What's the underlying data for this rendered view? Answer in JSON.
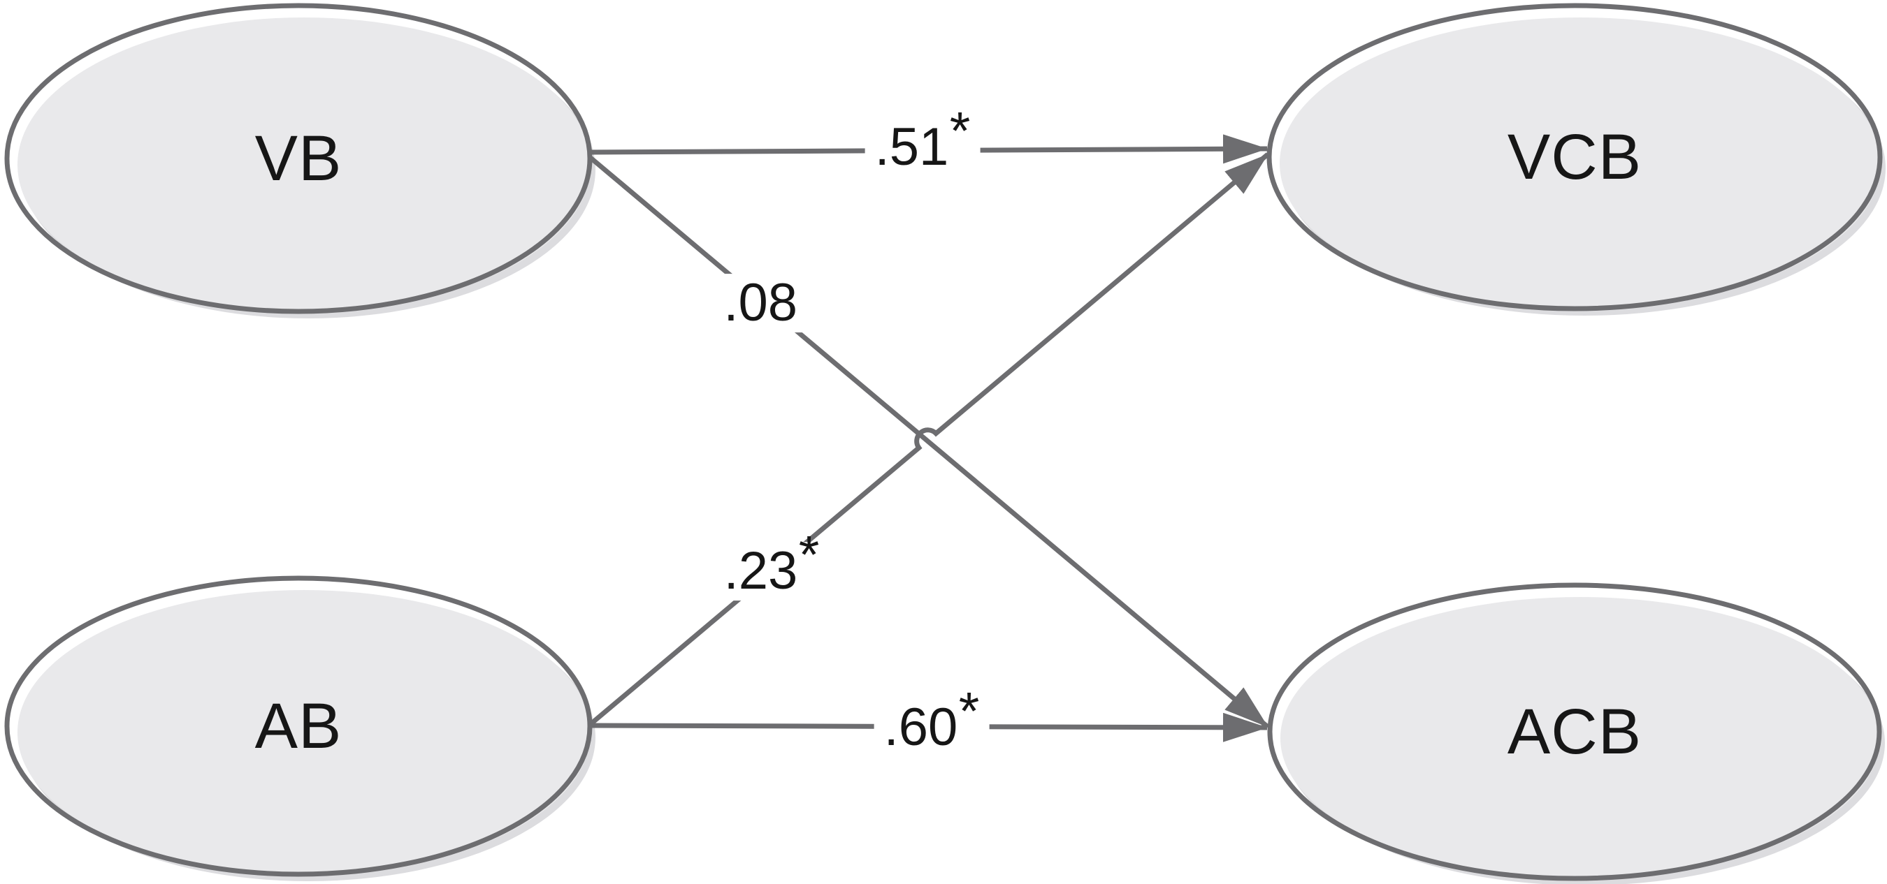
{
  "diagram": {
    "type": "structural-path-diagram",
    "nodes": [
      {
        "id": "vb",
        "label": "VB"
      },
      {
        "id": "vcb",
        "label": "VCB"
      },
      {
        "id": "ab",
        "label": "AB"
      },
      {
        "id": "acb",
        "label": "ACB"
      }
    ],
    "edges": [
      {
        "from": "VB",
        "to": "VCB",
        "value": ".51",
        "star": "*"
      },
      {
        "from": "VB",
        "to": "ACB",
        "value": ".08",
        "star": ""
      },
      {
        "from": "AB",
        "to": "VCB",
        "value": ".23",
        "star": "*"
      },
      {
        "from": "AB",
        "to": "ACB",
        "value": ".60",
        "star": "*"
      }
    ],
    "colors": {
      "background": "#ffffff",
      "node_fill": "#e9e9eb",
      "node_stroke": "#6d6d70",
      "node_shadow": "#dcdcdf",
      "edge": "#6d6d70",
      "label_text": "#161616"
    }
  }
}
